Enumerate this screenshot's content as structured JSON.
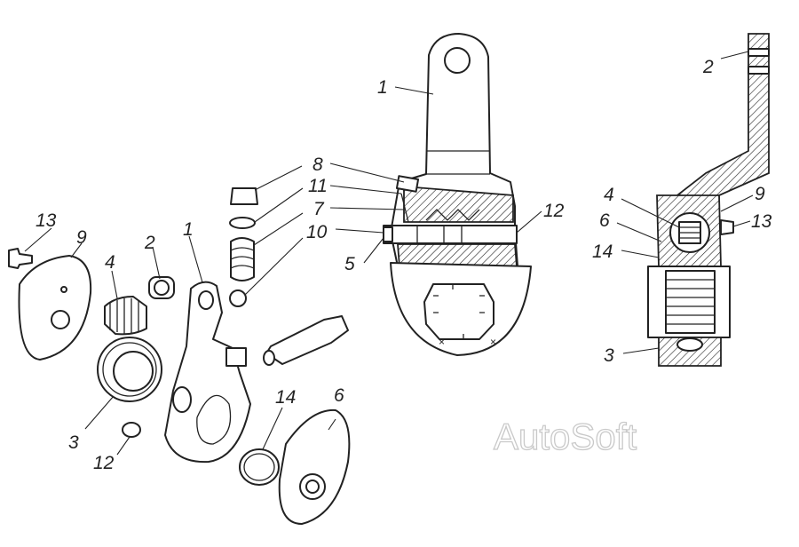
{
  "watermark": "AutoSoft",
  "labels": {
    "l1_arm": "1",
    "l1_exploded": "1",
    "l2_section": "2",
    "l2_exploded": "2",
    "l3_section": "3",
    "l3_exploded": "3",
    "l4_section": "4",
    "l4_exploded": "4",
    "l5": "5",
    "l6_section": "6",
    "l6_exploded": "6",
    "l7": "7",
    "l8": "8",
    "l9_section": "9",
    "l9_exploded": "9",
    "l10": "10",
    "l11": "11",
    "l12_arm": "12",
    "l12_exploded": "12",
    "l13_section": "13",
    "l13_exploded": "13",
    "l14_section": "14",
    "l14_exploded": "14"
  }
}
